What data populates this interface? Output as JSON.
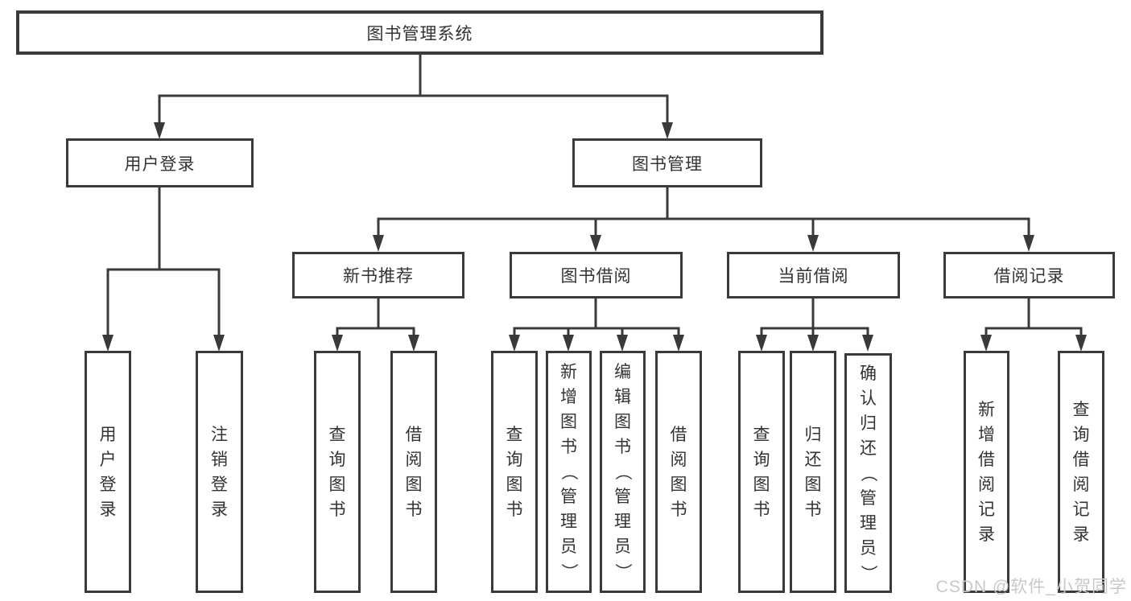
{
  "tree": {
    "root": {
      "label": "图书管理系统"
    },
    "children": [
      {
        "label": "用户登录",
        "children": [
          {
            "label": "用户登录"
          },
          {
            "label": "注销登录"
          }
        ]
      },
      {
        "label": "图书管理",
        "children": [
          {
            "label": "新书推荐",
            "children": [
              {
                "label": "查询图书"
              },
              {
                "label": "借阅图书"
              }
            ]
          },
          {
            "label": "图书借阅",
            "children": [
              {
                "label": "查询图书"
              },
              {
                "label": "新增图书（管理员）"
              },
              {
                "label": "编辑图书（管理员）"
              },
              {
                "label": "借阅图书"
              }
            ]
          },
          {
            "label": "当前借阅",
            "children": [
              {
                "label": "查询图书"
              },
              {
                "label": "归还图书"
              },
              {
                "label": "确认归还（管理员）"
              }
            ]
          },
          {
            "label": "借阅记录",
            "children": [
              {
                "label": "新增借阅记录"
              },
              {
                "label": "查询借阅记录"
              }
            ]
          }
        ]
      }
    ]
  },
  "watermark": {
    "text": "CSDN @软件_小贺同学"
  },
  "colors": {
    "line": "#3a3a3a",
    "text": "#333333",
    "watermark": "#c8c8c8",
    "background": "#ffffff"
  }
}
